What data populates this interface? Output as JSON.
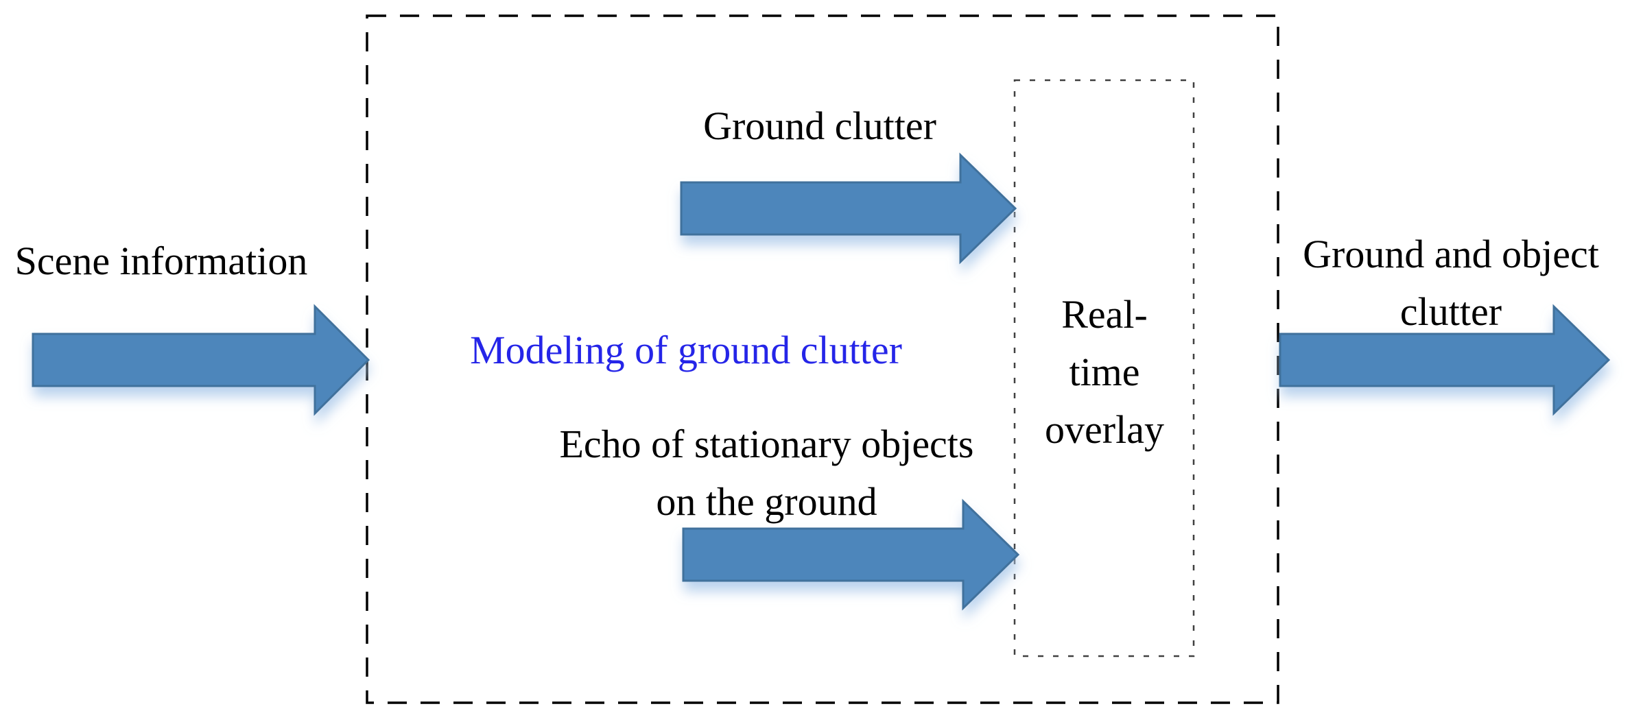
{
  "diagram": {
    "labels": {
      "scene": "Scene information",
      "ground_clutter": "Ground clutter",
      "modeling": "Modeling of ground clutter",
      "echo": [
        "Echo of stationary objects",
        "on the ground"
      ],
      "overlay": [
        "Real-",
        "time",
        "overlay"
      ],
      "output": [
        "Ground and object",
        "clutter"
      ]
    }
  },
  "colors": {
    "arrow_fill": "#4E86BB",
    "arrow_stroke": "#41719C",
    "arrow_shadow": "#AECBEA",
    "outer_box_stroke": "#000000",
    "inner_box_stroke": "#404040",
    "text": "#000000",
    "modeling_text": "#2525E8",
    "background": "#FFFFFF"
  }
}
